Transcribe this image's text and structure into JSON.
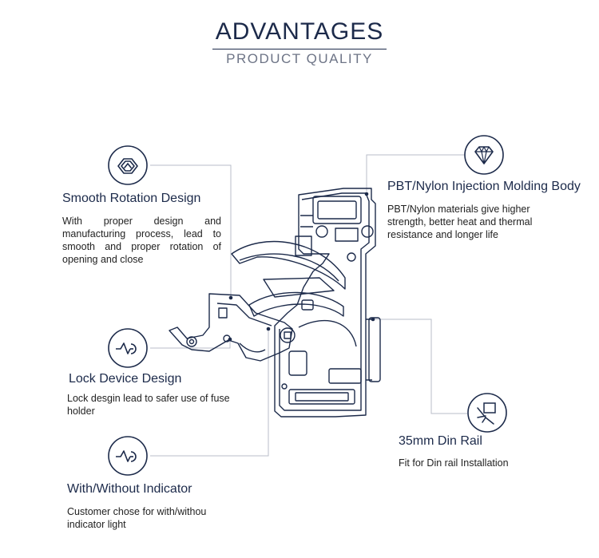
{
  "header": {
    "title": "ADVANTAGES",
    "subtitle": "PRODUCT  QUALITY"
  },
  "features": {
    "smooth_rotation": {
      "title": "Smooth Rotation Design",
      "desc": "With proper design and manufacturing process, lead to smooth and proper rotation of opening and close",
      "icon": "layered-chevron-icon"
    },
    "lock_device": {
      "title": "Lock Device Design",
      "desc": "Lock desgin lead to safer use of fuse holder",
      "icon": "lock-wave-icon"
    },
    "indicator": {
      "title": "With/Without Indicator",
      "desc": "Customer chose for with/withou indicator light",
      "icon": "indicator-wave-icon"
    },
    "molding_body": {
      "title": "PBT/Nylon Injection Molding Body",
      "desc": "PBT/Nylon materials give higher strength, better heat and thermal resistance and longer life",
      "icon": "diamond-icon"
    },
    "din_rail": {
      "title": "35mm Din Rail",
      "desc": "Fit for Din rail Installation",
      "icon": "din-rail-icon"
    }
  },
  "colors": {
    "navy": "#1c2a4a",
    "gray_text": "#6d7486",
    "leader_line": "#b9bec9"
  }
}
